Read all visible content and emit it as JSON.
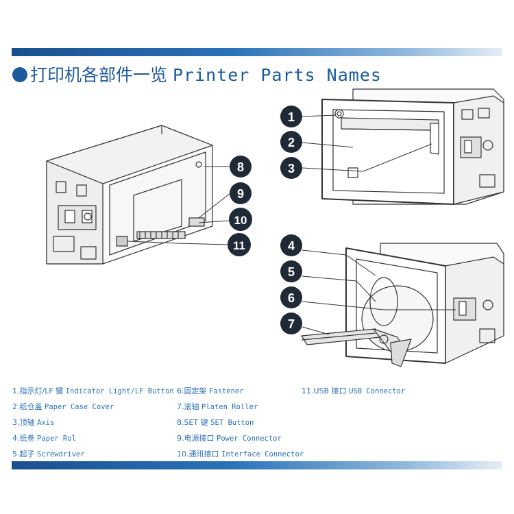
{
  "header": {
    "title_cn": "打印机各部件一览",
    "title_en": "Printer Parts Names"
  },
  "callouts": [
    "1",
    "2",
    "3",
    "4",
    "5",
    "6",
    "7",
    "8",
    "9",
    "10",
    "11"
  ],
  "legend": [
    {
      "num": "1.",
      "cn": "指示灯/LF 键",
      "en": "Indicator Light/LF Button"
    },
    {
      "num": "2.",
      "cn": "纸仓盖",
      "en": "Paper Case Cover"
    },
    {
      "num": "3.",
      "cn": "顶轴",
      "en": "Axis"
    },
    {
      "num": "4.",
      "cn": "纸卷",
      "en": "Paper Rol"
    },
    {
      "num": "5.",
      "cn": "起子",
      "en": "Screwdriver"
    },
    {
      "num": "6.",
      "cn": "固定架",
      "en": "Fastener"
    },
    {
      "num": "7.",
      "cn": "滚轴",
      "en": "Platen Roller"
    },
    {
      "num": "8.",
      "cn": "SET 键",
      "en": "SET Button"
    },
    {
      "num": "9.",
      "cn": "电源接口",
      "en": "Power Connector"
    },
    {
      "num": "10.",
      "cn": "通讯接口",
      "en": "Interface Connector"
    },
    {
      "num": "11.",
      "cn": "USB 接口",
      "en": "USB Connector"
    }
  ],
  "colors": {
    "accent": "#1b5a9e",
    "callout": "#1f2a36",
    "legend": "#2a6fb8"
  }
}
